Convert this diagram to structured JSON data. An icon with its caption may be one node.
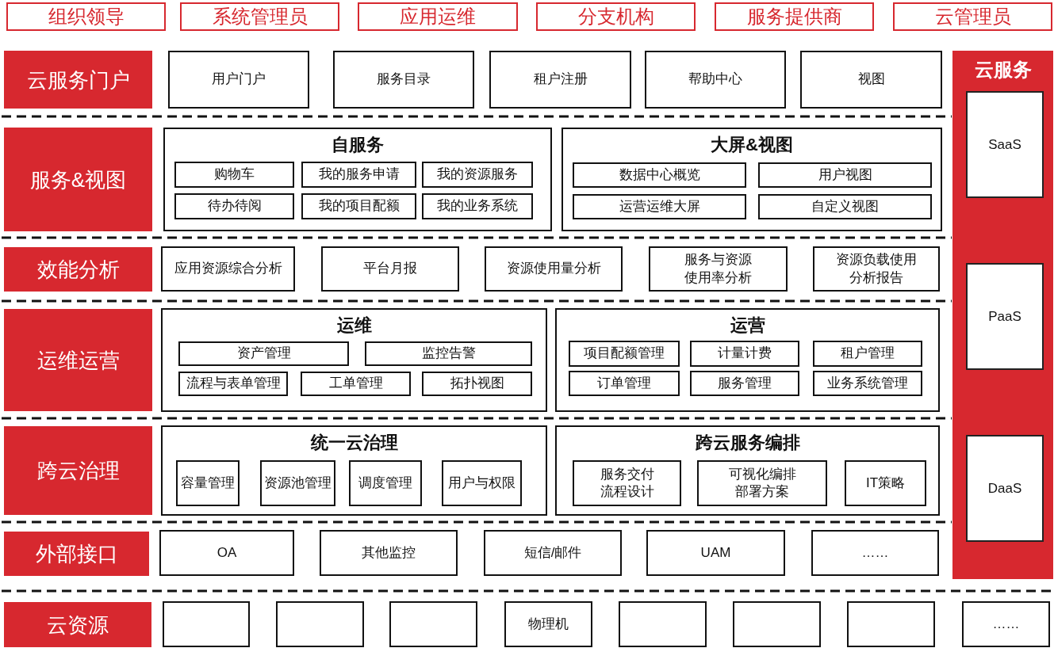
{
  "diagram": {
    "nodes": [
      {
        "text": [
          "组织领导"
        ]
      },
      {
        "text": [
          "系统管理员"
        ]
      },
      {
        "text": [
          "应用运维"
        ]
      },
      {
        "text": [
          "分支机构"
        ]
      },
      {
        "text": [
          "服务提供商"
        ]
      },
      {
        "text": [
          "云管理员"
        ]
      },
      {
        "text": [
          "云服务门户"
        ]
      },
      {
        "text": [
          "用户门户"
        ]
      },
      {
        "text": [
          "服务目录"
        ]
      },
      {
        "text": [
          "租户注册"
        ]
      },
      {
        "text": [
          "帮助中心"
        ]
      },
      {
        "text": [
          "视图"
        ]
      },
      {
        "text": [
          "云服务"
        ]
      },
      {
        "text": [
          "SaaS"
        ],
        "in": 12
      },
      {
        "text": [
          "PaaS"
        ],
        "in": 12
      },
      {
        "text": [
          "DaaS"
        ],
        "in": 12
      },
      {
        "text": [
          "服务&视图"
        ]
      },
      {
        "text": [
          "自服务"
        ]
      },
      {
        "text": [
          "购物车"
        ],
        "in": 17
      },
      {
        "text": [
          "我的服务申请"
        ],
        "in": 17
      },
      {
        "text": [
          "我的资源服务"
        ],
        "in": 17
      },
      {
        "text": [
          "待办待阅"
        ],
        "in": 17
      },
      {
        "text": [
          "我的项目配额"
        ],
        "in": 17
      },
      {
        "text": [
          "我的业务系统"
        ],
        "in": 17
      },
      {
        "text": [
          "大屏&视图"
        ]
      },
      {
        "text": [
          "数据中心概览"
        ],
        "in": 24
      },
      {
        "text": [
          "用户视图"
        ],
        "in": 24
      },
      {
        "text": [
          "运营运维大屏"
        ],
        "in": 24
      },
      {
        "text": [
          "自定义视图"
        ],
        "in": 24
      },
      {
        "text": [
          "效能分析"
        ]
      },
      {
        "text": [
          "应用资源综合分析"
        ]
      },
      {
        "text": [
          "平台月报"
        ]
      },
      {
        "text": [
          "资源使用量分析"
        ]
      },
      {
        "text": [
          "服务与资源使用率分析"
        ]
      },
      {
        "text": [
          "资源负载使用分析报告"
        ]
      },
      {
        "text": [
          "运维运营"
        ]
      },
      {
        "text": [
          "运维"
        ]
      },
      {
        "text": [
          "资产管理"
        ],
        "in": 36
      },
      {
        "text": [
          "监控告警"
        ],
        "in": 36
      },
      {
        "text": [
          "流程与表单管理"
        ],
        "in": 36
      },
      {
        "text": [
          "工单管理"
        ],
        "in": 36
      },
      {
        "text": [
          "拓扑视图"
        ],
        "in": 36
      },
      {
        "text": [
          "运营"
        ]
      },
      {
        "text": [
          "项目配额管理"
        ],
        "in": 42
      },
      {
        "text": [
          "计量计费"
        ],
        "in": 42
      },
      {
        "text": [
          "租户管理"
        ],
        "in": 42
      },
      {
        "text": [
          "订单管理"
        ],
        "in": 42
      },
      {
        "text": [
          "服务管理"
        ],
        "in": 42
      },
      {
        "text": [
          "业务系统管理"
        ],
        "in": 42
      },
      {
        "text": [
          "跨云治理"
        ]
      },
      {
        "text": [
          "统一云治理"
        ]
      },
      {
        "text": [
          "容量管理"
        ],
        "in": 50
      },
      {
        "text": [
          "资源池管理"
        ],
        "in": 50
      },
      {
        "text": [
          "调度管理"
        ],
        "in": 50
      },
      {
        "text": [
          "用户与权限"
        ],
        "in": 50
      },
      {
        "text": [
          "跨云服务编排"
        ]
      },
      {
        "text": [
          "服务交付流程设计"
        ],
        "in": 55
      },
      {
        "text": [
          "可视化编排部署方案"
        ],
        "in": 55
      },
      {
        "text": [
          "IT策略"
        ],
        "in": 55
      },
      {
        "text": [
          "外部接口"
        ]
      },
      {
        "text": [
          "OA"
        ]
      },
      {
        "text": [
          "其他监控"
        ]
      },
      {
        "text": [
          "短信/邮件"
        ]
      },
      {
        "text": [
          "UAM"
        ]
      },
      {
        "text": [
          "……"
        ]
      },
      {
        "text": [
          "云资源"
        ]
      },
      {
        "text": [],
        "shape": "box"
      },
      {
        "text": [],
        "shape": "box"
      },
      {
        "text": [],
        "shape": "box"
      },
      {
        "text": [
          "物理机"
        ]
      },
      {
        "text": [],
        "shape": "box"
      },
      {
        "text": [],
        "shape": "box"
      },
      {
        "text": [],
        "shape": "box"
      },
      {
        "text": [
          "……"
        ]
      }
    ]
  }
}
